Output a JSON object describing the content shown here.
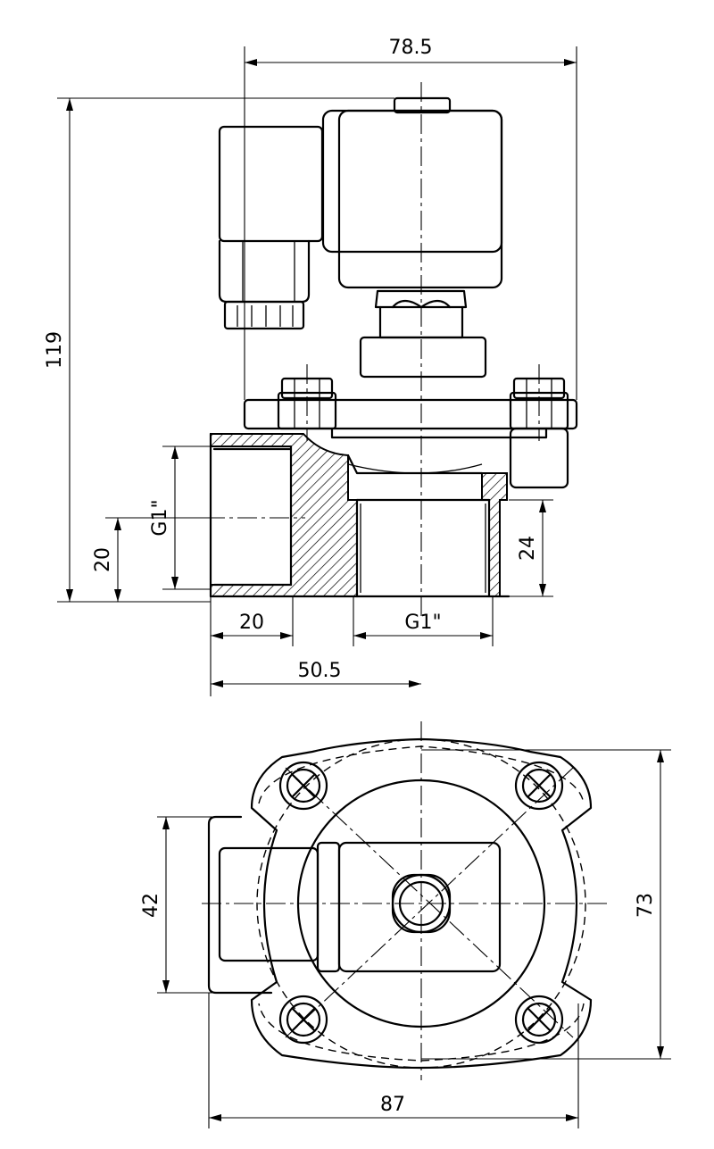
{
  "dimensions": {
    "overall_width_top": "78.5",
    "overall_height": "119",
    "port_thread_left": "G1\"",
    "port_center_height": "20",
    "inlet_depth": "20",
    "port_thread_bottom": "G1\"",
    "outlet_height": "24",
    "inlet_to_center": "50.5",
    "mounting_width": "42",
    "body_depth": "73",
    "body_width": "87"
  },
  "colors": {
    "line": "#000000",
    "background": "#ffffff"
  }
}
